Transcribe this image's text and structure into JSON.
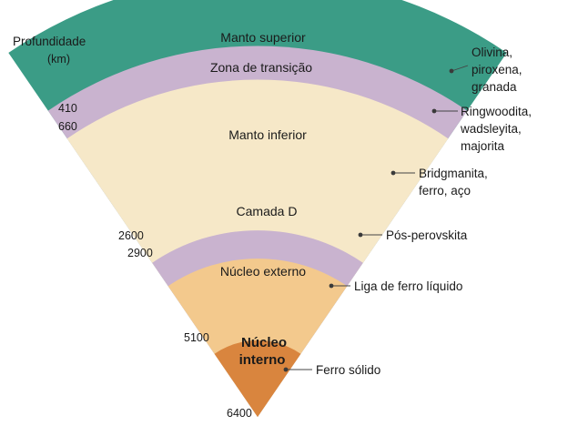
{
  "depth_axis": {
    "title": "Profundidade",
    "unit": "(km)",
    "ticks": [
      "410",
      "660",
      "2600",
      "2900",
      "5100",
      "6400"
    ]
  },
  "layers": [
    {
      "name": "upper-mantle",
      "label": "Manto superior",
      "color": "#3b9c86"
    },
    {
      "name": "transition-zone",
      "label": "Zona de transição",
      "color": "#c9b3cf"
    },
    {
      "name": "lower-mantle",
      "label": "Manto inferior",
      "color": "#f6e8c8"
    },
    {
      "name": "d-layer",
      "label": "Camada D",
      "color": "#c9b3cf"
    },
    {
      "name": "outer-core",
      "label": "Núcleo externo",
      "color": "#f3c98d"
    },
    {
      "name": "inner-core",
      "label": [
        "Núcleo",
        "interno"
      ],
      "color": "#d9853e"
    }
  ],
  "minerals": {
    "upper_mantle": [
      "Olivina,",
      "piroxena,",
      "granada"
    ],
    "transition_zone": [
      "Ringwoodita,",
      "wadsleyita,",
      "majorita"
    ],
    "lower_mantle": [
      "Bridgmanita,",
      "ferro, aço"
    ],
    "d_layer": "Pós-perovskita",
    "outer_core": "Liga de ferro líquido",
    "inner_core": "Ferro sólido"
  }
}
